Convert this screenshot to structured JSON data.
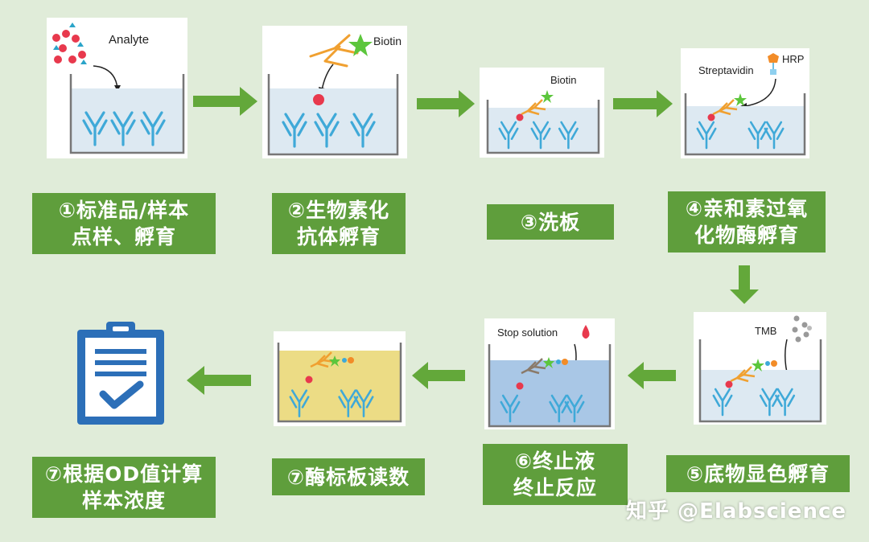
{
  "steps": [
    {
      "label": "①标准品/样本\n点样、孵育",
      "panel_text": "Analyte"
    },
    {
      "label": "②生物素化\n抗体孵育",
      "panel_text": "Biotin"
    },
    {
      "label": "③洗板",
      "panel_text": "Biotin"
    },
    {
      "label": "④亲和素过氧\n化物酶孵育",
      "panel_text": "Streptavidin",
      "panel_text2": "HRP"
    },
    {
      "label": "⑤底物显色孵育",
      "panel_text": "TMB"
    },
    {
      "label": "⑥终止液\n终止反应",
      "panel_text": "Stop solution"
    },
    {
      "label": "⑦酶标板读数"
    },
    {
      "label": "⑦根据OD值计算\n样本浓度"
    }
  ],
  "watermark": "知乎 @Elabscience",
  "colors": {
    "background": "#e0ecd9",
    "label_green": "#5f9e3c",
    "arrow_green": "#63a83a",
    "antibody_blue": "#3fa9d8",
    "antigen_red": "#e8394d",
    "biotin_green": "#5cc63c",
    "hrp_orange": "#f28c28",
    "well_liquid": "#dde9f2",
    "stop_liquid": "#a9c7e6",
    "yellow_liquid": "#ecdc85",
    "clipboard_blue": "#2c6fb8"
  },
  "icons": [
    "clipboard-check-icon",
    "right-arrow-icon",
    "down-arrow-icon",
    "left-arrow-icon"
  ]
}
